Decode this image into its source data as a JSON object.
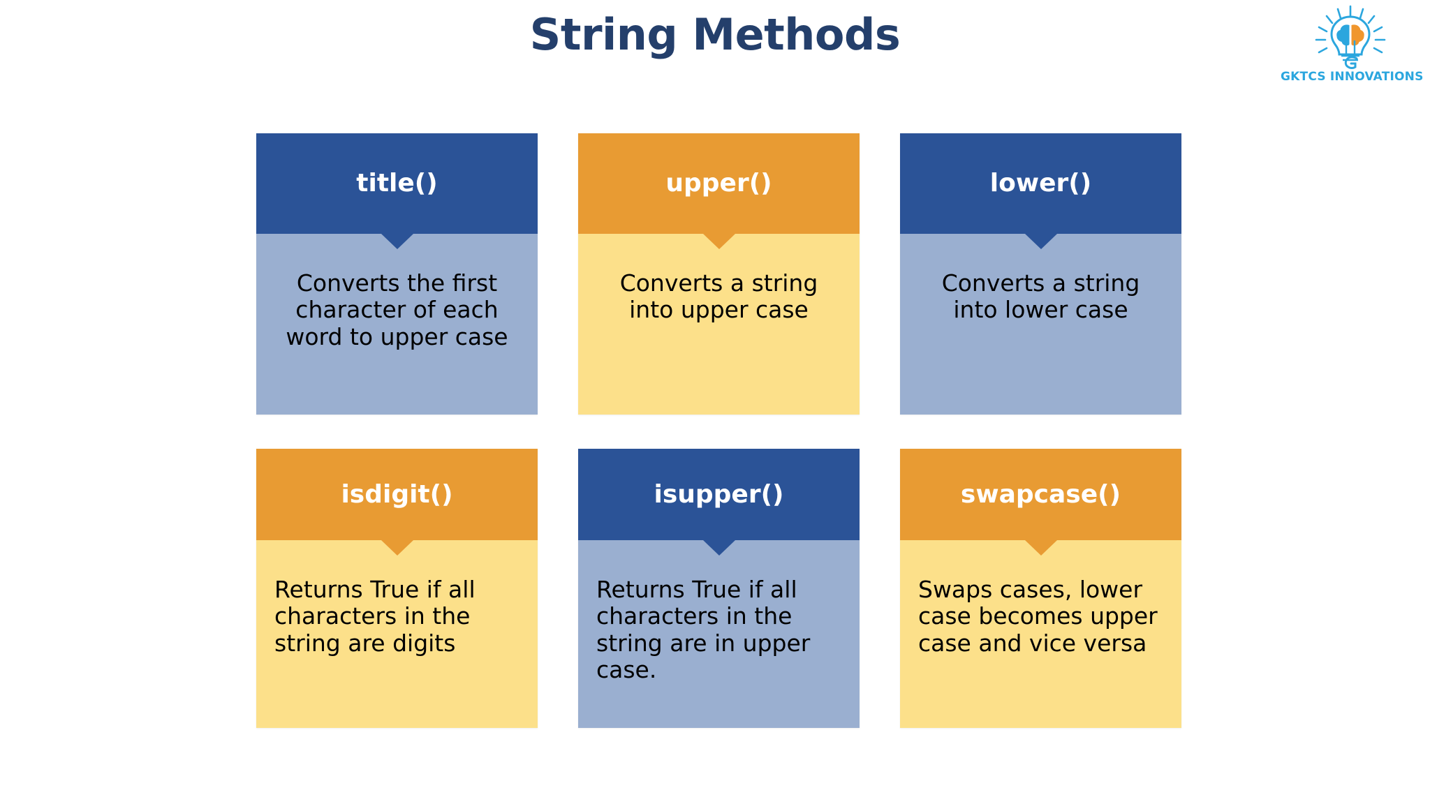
{
  "header": {
    "title": "String Methods",
    "title_color": "#243F6B"
  },
  "logo": {
    "name": "gktcs-lightbulb-brain-logo",
    "text": "GKTCS INNOVATIONS",
    "text_color": "#2BA6DE",
    "bulb_color": "#2BA6DE",
    "brain_left_color": "#2BA6DE",
    "brain_right_color": "#F0962D"
  },
  "theme": {
    "blue_dark": "#2B5397",
    "blue_light": "#9AAFD0",
    "orange_dark": "#E89B33",
    "orange_light": "#FCE08A",
    "text_dark": "#000000",
    "title_text": "#FFFFFF"
  },
  "rows": [
    {
      "cards": [
        {
          "title": "title()",
          "body": "Converts the first character of each word to upper case",
          "theme": "blue",
          "align": "center"
        },
        {
          "title": "upper()",
          "body": "Converts a string into upper case",
          "theme": "orange",
          "align": "center"
        },
        {
          "title": "lower()",
          "body": "Converts a string into lower case",
          "theme": "blue",
          "align": "center"
        }
      ]
    },
    {
      "cards": [
        {
          "title": "isdigit()",
          "body": "Returns True if all characters in the string are digits",
          "theme": "orange",
          "align": "left"
        },
        {
          "title": "isupper()",
          "body": "Returns True if all characters in the string are in upper case.",
          "theme": "blue",
          "align": "left"
        },
        {
          "title": "swapcase()",
          "body": "Swaps cases, lower case becomes upper case and vice versa",
          "theme": "orange",
          "align": "left"
        }
      ]
    }
  ]
}
